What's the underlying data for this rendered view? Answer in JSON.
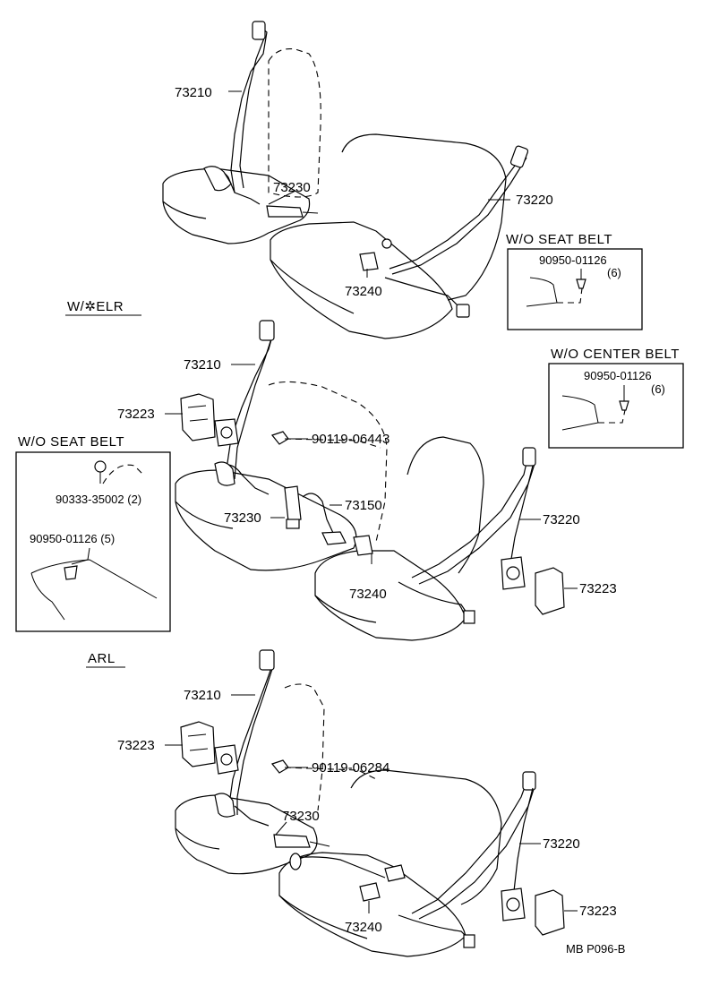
{
  "sections": {
    "elr": "W/✲ELR",
    "arl": "ARL"
  },
  "insets": {
    "wo_seat_belt_right": {
      "title": "W/O  SEAT  BELT",
      "part": "90950-01126",
      "qty": "(6)"
    },
    "wo_center_belt": {
      "title": "W/O CENTER BELT",
      "part": "90950-01126",
      "qty": "(6)"
    },
    "wo_seat_belt_left": {
      "title": "W/O SEAT BELT",
      "part1": "90333-35002 (2)",
      "part2": "90950-01126 (5)"
    }
  },
  "callouts": {
    "top": {
      "c73210": "73210",
      "c73230": "73230",
      "c73220": "73220",
      "c73240": "73240"
    },
    "middle": {
      "c73210": "73210",
      "c73223_left": "73223",
      "c90119": "90119-06443",
      "c73230": "73230",
      "c73150": "73150",
      "c73220": "73220",
      "c73240": "73240",
      "c73223_right": "73223"
    },
    "bottom": {
      "c73210": "73210",
      "c73223_left": "73223",
      "c90119": "90119-06284",
      "c73230": "73230",
      "c73220": "73220",
      "c73240": "73240",
      "c73223_right": "73223"
    }
  },
  "figure_code": "MB P096-B"
}
